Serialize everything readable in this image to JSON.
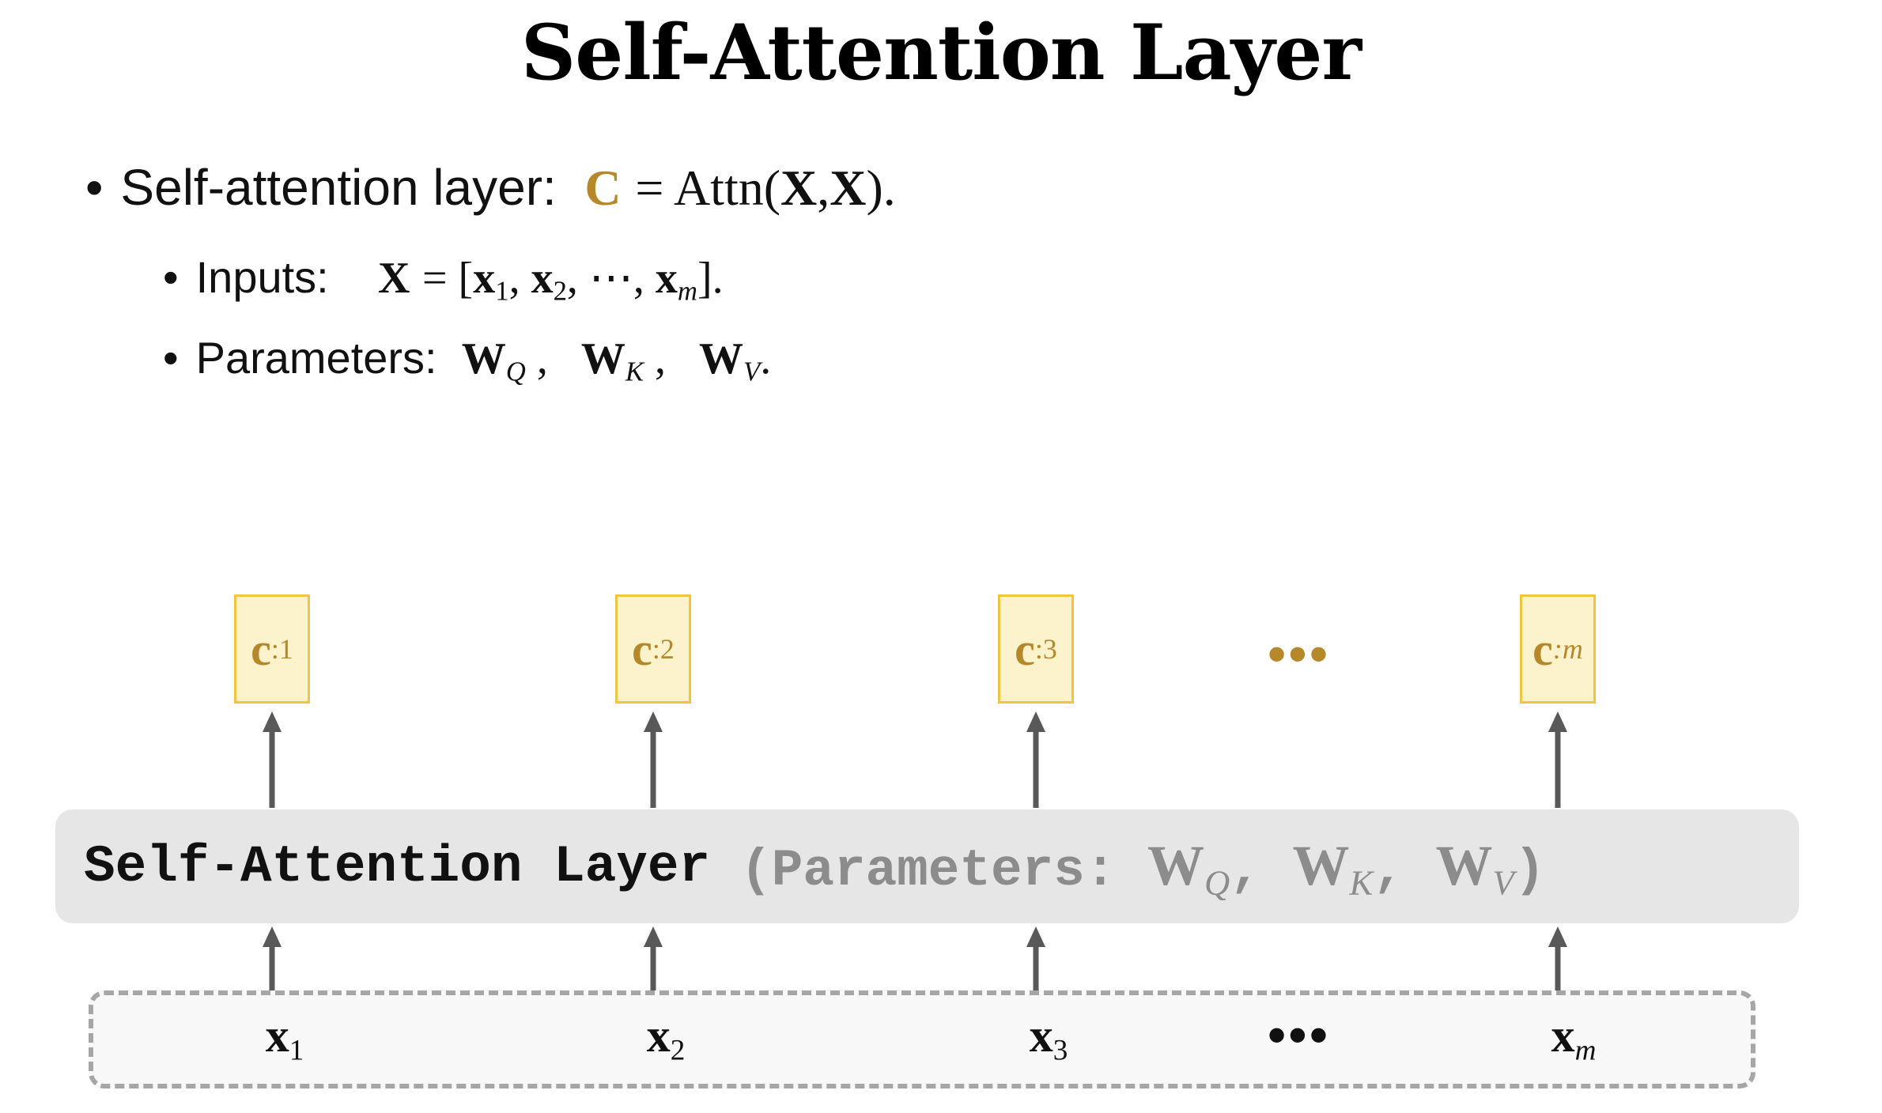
{
  "title": "Self-Attention Layer",
  "bullets": {
    "b1_text": "Self-attention layer:",
    "b1_C": "C",
    "b1_eq": "= Attn(",
    "b1_X1": "X",
    "b1_comma": ",",
    "b1_X2": "X",
    "b1_end": ").",
    "b2_text": "Inputs:",
    "b2_X": "X",
    "b2_eq": "= [",
    "b2_x": "x",
    "b2_sub1": "1",
    "b2_sub2": "2",
    "b2_dots": "⋯",
    "b2_subm": "m",
    "b2_end": "].",
    "b3_text": "Parameters:",
    "b3_W": "W",
    "b3_Q": "Q",
    "b3_K": "K",
    "b3_V": "V",
    "b3_end": "."
  },
  "outputs": [
    {
      "main": "c",
      "sub": ":1"
    },
    {
      "main": "c",
      "sub": ":2"
    },
    {
      "main": "c",
      "sub": ":3"
    },
    {
      "main": "c",
      "sub": ":m"
    }
  ],
  "output_ellipsis": "•••",
  "layer": {
    "name": "Self-Attention Layer",
    "params_open": "(Parameters:",
    "W": "W",
    "Q": "Q",
    "K": "K",
    "V": "V",
    "sep": ",",
    "close": ")"
  },
  "inputs": [
    {
      "main": "x",
      "sub": "1"
    },
    {
      "main": "x",
      "sub": "2"
    },
    {
      "main": "x",
      "sub": "3"
    },
    {
      "main": "x",
      "sub": "m"
    }
  ],
  "input_ellipsis": "•••",
  "colors": {
    "accent_gold": "#B5892A",
    "box_fill": "#FCF2CC",
    "box_border": "#F2C442",
    "layer_fill": "#E6E6E6",
    "param_gray": "#8C8C8C",
    "arrow": "#595959"
  }
}
